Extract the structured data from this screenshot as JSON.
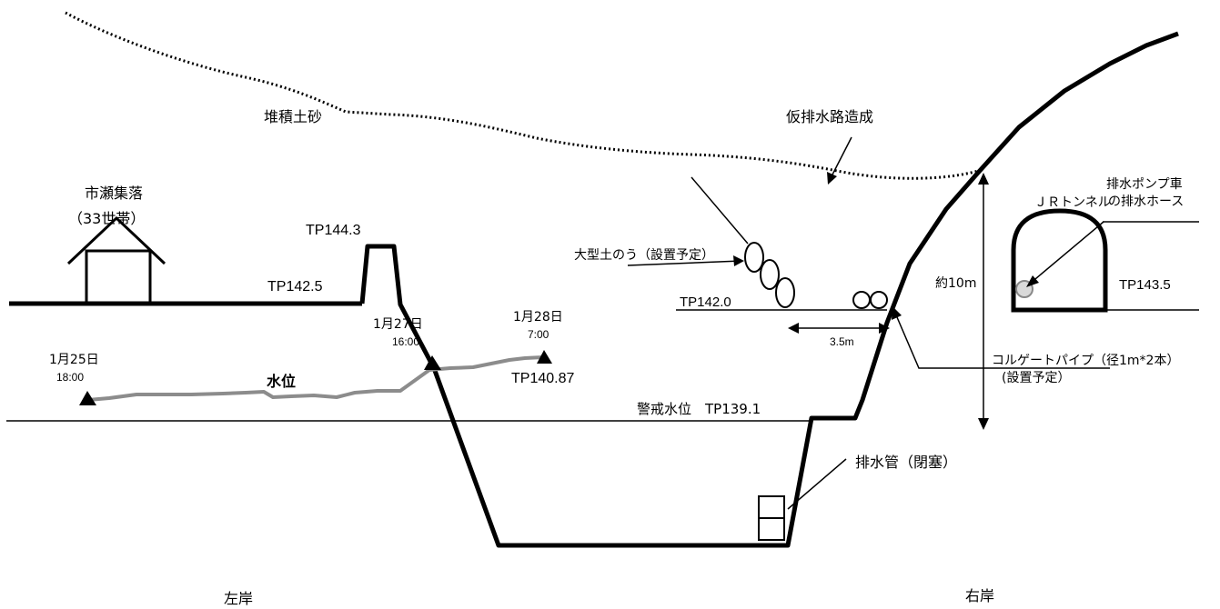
{
  "labels": {
    "sediment": "堆積土砂",
    "temp_channel": "仮排水路造成",
    "village_name": "市瀬集落",
    "village_households": "（33世帯）",
    "tp_144_3": "TP144.3",
    "tp_142_5": "TP142.5",
    "large_sandbag": "大型土のう（設置予定）",
    "tp_142_0": "TP142.0",
    "jr_tunnel": "ＪＲトンネル",
    "pump_truck_line1": "排水ポンプ車",
    "pump_truck_line2": "の排水ホース",
    "tp_143_5": "TP143.5",
    "approx_10m": "約10m",
    "dist_3_5m": "3.5m",
    "corrugated_pipe": "コルゲートパイプ（径1m*2本）",
    "install_planned": "(設置予定）",
    "date_0125": "1月25日",
    "time_0125": "18:00",
    "date_0127": "1月27日",
    "time_0127": "16:00",
    "date_0128": "1月28日",
    "time_0128": "7:00",
    "tp_140_87": "TP140.87",
    "water_level": "水位",
    "warning_level": "警戒水位　TP139.1",
    "drain_pipe": "排水管（閉塞）",
    "left_bank": "左岸",
    "right_bank": "右岸"
  },
  "colors": {
    "line": "#000000",
    "water_level_series": "#8c8c8c",
    "pipe_fill": "#d9d9d9"
  }
}
